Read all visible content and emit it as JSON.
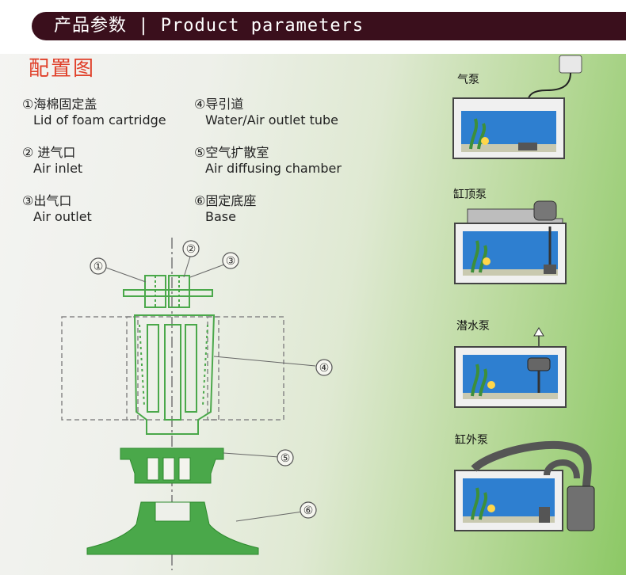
{
  "header": {
    "title": "产品参数 | Product parameters"
  },
  "section_title": "配置图",
  "parts": [
    {
      "cn": "①海棉固定盖",
      "en": "Lid of foam cartridge"
    },
    {
      "cn": "② 进气口",
      "en": "Air inlet"
    },
    {
      "cn": "③出气口",
      "en": "Air outlet"
    },
    {
      "cn": "④导引道",
      "en": "Water/Air outlet tube"
    },
    {
      "cn": "⑤空气扩散室",
      "en": "Air diffusing chamber"
    },
    {
      "cn": "⑥固定底座",
      "en": "Base"
    }
  ],
  "callouts": [
    "①",
    "②",
    "③",
    "④",
    "⑤",
    "⑥"
  ],
  "tanks": [
    {
      "label": "气泵"
    },
    {
      "label": "缸顶泵"
    },
    {
      "label": "潜水泵"
    },
    {
      "label": "缸外泵"
    }
  ],
  "colors": {
    "header_bg": "#3a0f1c",
    "title_red": "#e0402a",
    "part_green": "#3cb83a",
    "water_blue": "#2e7fd0",
    "outline_gray": "#555555"
  }
}
